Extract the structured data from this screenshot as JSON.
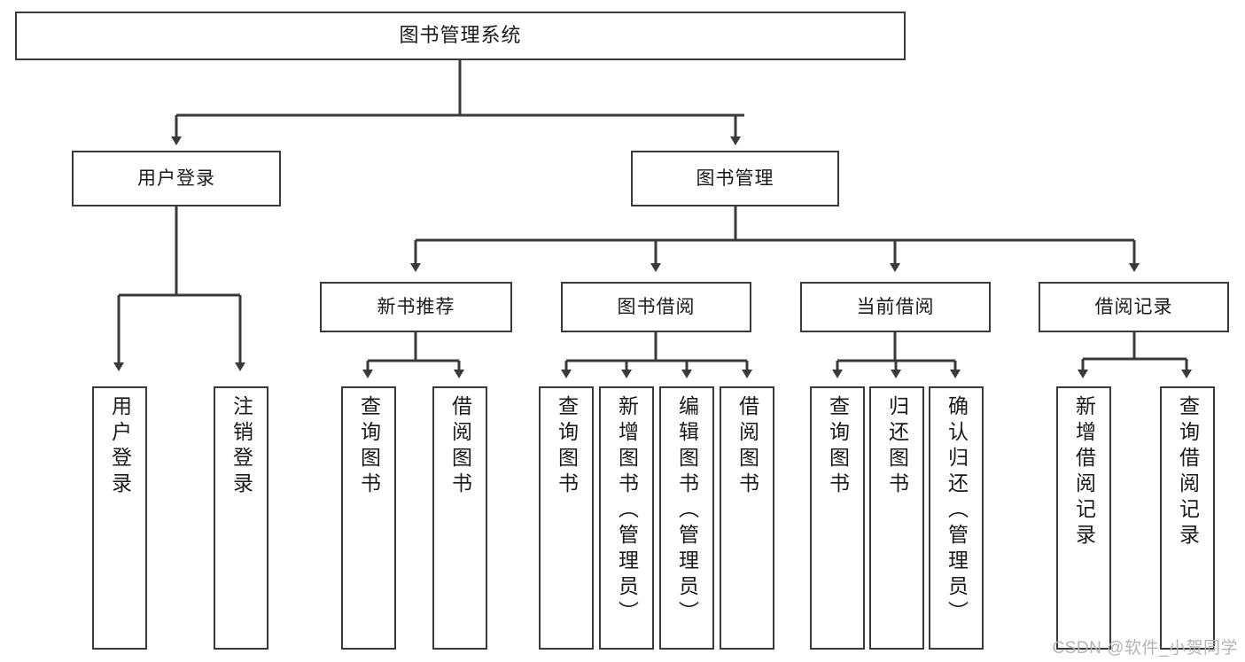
{
  "diagram": {
    "type": "tree",
    "title": "图书管理系统",
    "root": {
      "label": "图书管理系统"
    },
    "level2": [
      {
        "label": "用户登录"
      },
      {
        "label": "图书管理"
      }
    ],
    "level3": [
      {
        "label": "新书推荐"
      },
      {
        "label": "图书借阅"
      },
      {
        "label": "当前借阅"
      },
      {
        "label": "借阅记录"
      }
    ],
    "leaves": {
      "user_login": [
        {
          "label": "用户登录"
        },
        {
          "label": "注销登录"
        }
      ],
      "new_book_recommend": [
        {
          "label": "查询图书"
        },
        {
          "label": "借阅图书"
        }
      ],
      "book_borrow": [
        {
          "label": "查询图书"
        },
        {
          "label": "新增图书（管理员）"
        },
        {
          "label": "编辑图书（管理员）"
        },
        {
          "label": "借阅图书"
        }
      ],
      "current_borrow": [
        {
          "label": "查询图书"
        },
        {
          "label": "归还图书"
        },
        {
          "label": "确认归还（管理员）"
        }
      ],
      "borrow_record": [
        {
          "label": "新增借阅记录"
        },
        {
          "label": "查询借阅记录"
        }
      ]
    }
  },
  "watermark": {
    "text": "CSDN @软件_小贺同学"
  },
  "colors": {
    "stroke": "#3a3a3a",
    "text": "#1a1a1a",
    "background": "#ffffff",
    "watermark": "#b4b4b4"
  }
}
